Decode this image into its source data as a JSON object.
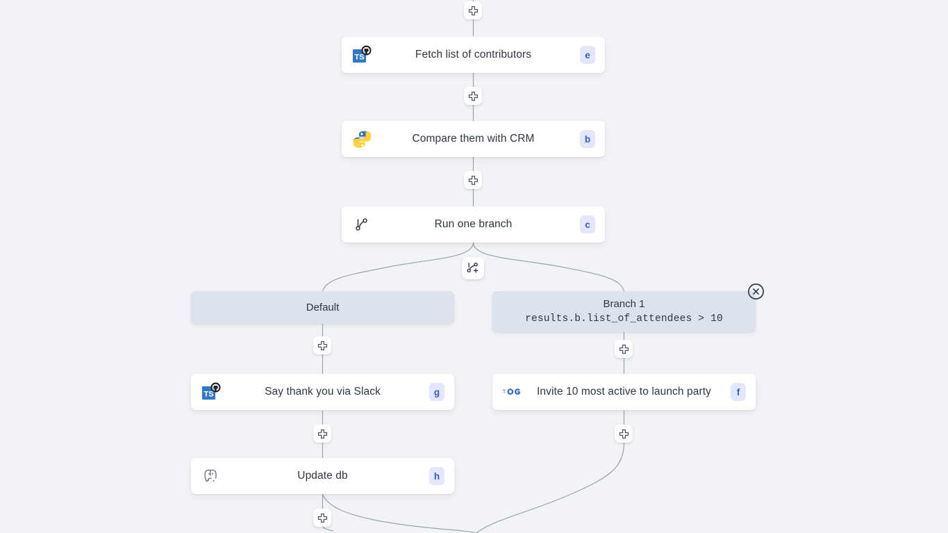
{
  "canvas": {
    "background_color": "#f1f3f6",
    "edge_color": "#9aa2ae"
  },
  "theme": {
    "node_bg": "#ffffff",
    "node_text": "#2f3643",
    "badge_bg": "#e4e7fb",
    "badge_text": "#2f5fcf",
    "branch_label_bg": "#dde3ec",
    "icon_dark": "#2f3643"
  },
  "nodes": [
    {
      "id": "e",
      "title": "Fetch list of contributors",
      "badge": "e",
      "icon": "typescript-github-icon"
    },
    {
      "id": "b",
      "title": "Compare them with CRM",
      "badge": "b",
      "icon": "python-icon"
    },
    {
      "id": "c",
      "title": "Run one branch",
      "badge": "c",
      "icon": "git-branch-icon"
    },
    {
      "id": "g",
      "title": "Say thank you via Slack",
      "badge": "g",
      "icon": "typescript-github-icon"
    },
    {
      "id": "h",
      "title": "Update db",
      "badge": "h",
      "icon": "postgresql-icon"
    },
    {
      "id": "f",
      "title": "Invite 10 most active to launch party",
      "badge": "f",
      "icon": "golang-icon"
    }
  ],
  "branches": [
    {
      "id": "default",
      "name": "Default",
      "condition": ""
    },
    {
      "id": "branch1",
      "name": "Branch 1",
      "condition": "results.b.list_of_attendees > 10"
    }
  ],
  "buttons": {
    "add_step_label": "+",
    "add_branch_label": "add-branch",
    "close_label": "×"
  },
  "add_step_buttons": [
    {
      "id": "add-top"
    },
    {
      "id": "add-after-e"
    },
    {
      "id": "add-after-b"
    },
    {
      "id": "add-default-before-g"
    },
    {
      "id": "add-branch1-before-f"
    },
    {
      "id": "add-after-g"
    },
    {
      "id": "add-after-f"
    },
    {
      "id": "add-after-h"
    }
  ]
}
